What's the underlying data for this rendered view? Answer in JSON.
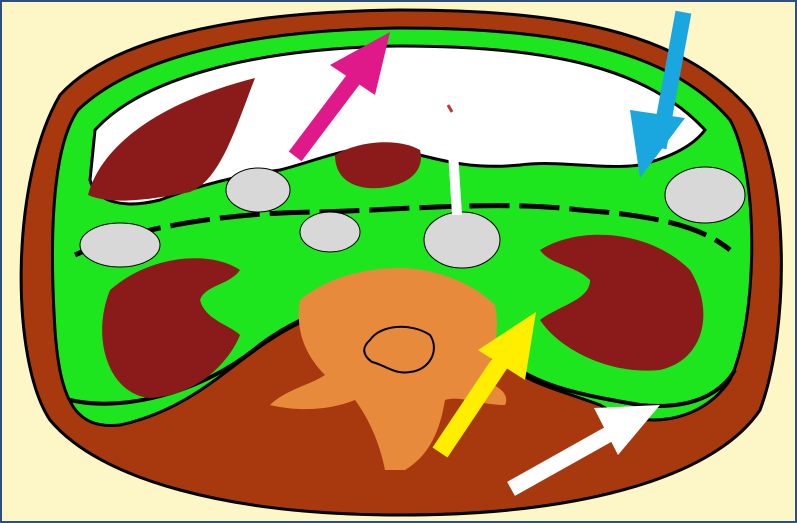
{
  "figure": {
    "background": "#fdf6c6",
    "border_color": "#2f4f7f"
  },
  "colors": {
    "body_wall": "#a8380e",
    "body_wall_dark": "#8a2a0a",
    "fat": "#1ee61e",
    "cavity": "#ffffff",
    "organ": "#8b1a1a",
    "organ_light": "#d8d8d8",
    "spine": "#e88a3c",
    "outline": "#000000"
  },
  "arrows": [
    {
      "name": "magenta-arrow",
      "color": "#e0198a"
    },
    {
      "name": "cyan-arrow",
      "color": "#1aa7e0"
    },
    {
      "name": "yellow-arrow",
      "color": "#ffee00"
    },
    {
      "name": "white-arrow",
      "color": "#ffffff"
    }
  ]
}
